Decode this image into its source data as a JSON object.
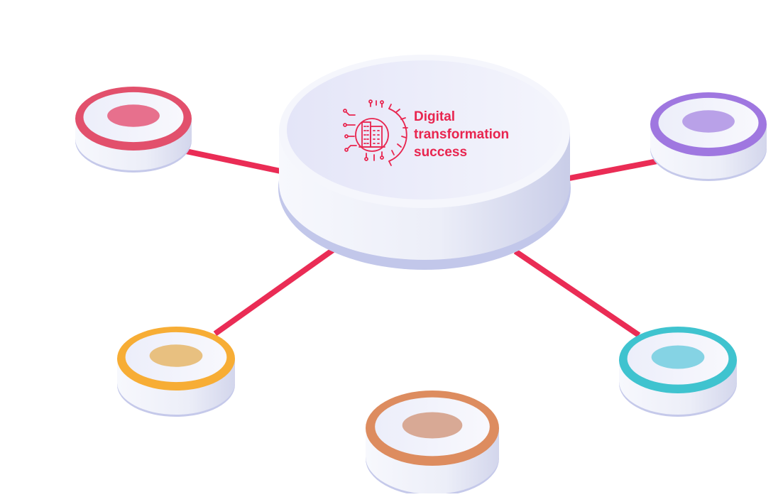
{
  "hub": {
    "title_lines": [
      "Digital",
      "transformation",
      "success"
    ],
    "icon": "building-gear-circuit-icon",
    "accent_color": "#e8254f"
  },
  "connector_color": "#ea2c55",
  "nodes": [
    {
      "name": "node-red",
      "ring_color": "#e2506c",
      "center_color": "#e7708d"
    },
    {
      "name": "node-purple",
      "ring_color": "#9f77e0",
      "center_color": "#b9a1e8"
    },
    {
      "name": "node-yellow",
      "ring_color": "#f7ad35",
      "center_color": "#e8c080"
    },
    {
      "name": "node-teal",
      "ring_color": "#3fc3cf",
      "center_color": "#85d3e4"
    },
    {
      "name": "node-orange",
      "ring_color": "#dd8c5f",
      "center_color": "#d8a995"
    }
  ]
}
